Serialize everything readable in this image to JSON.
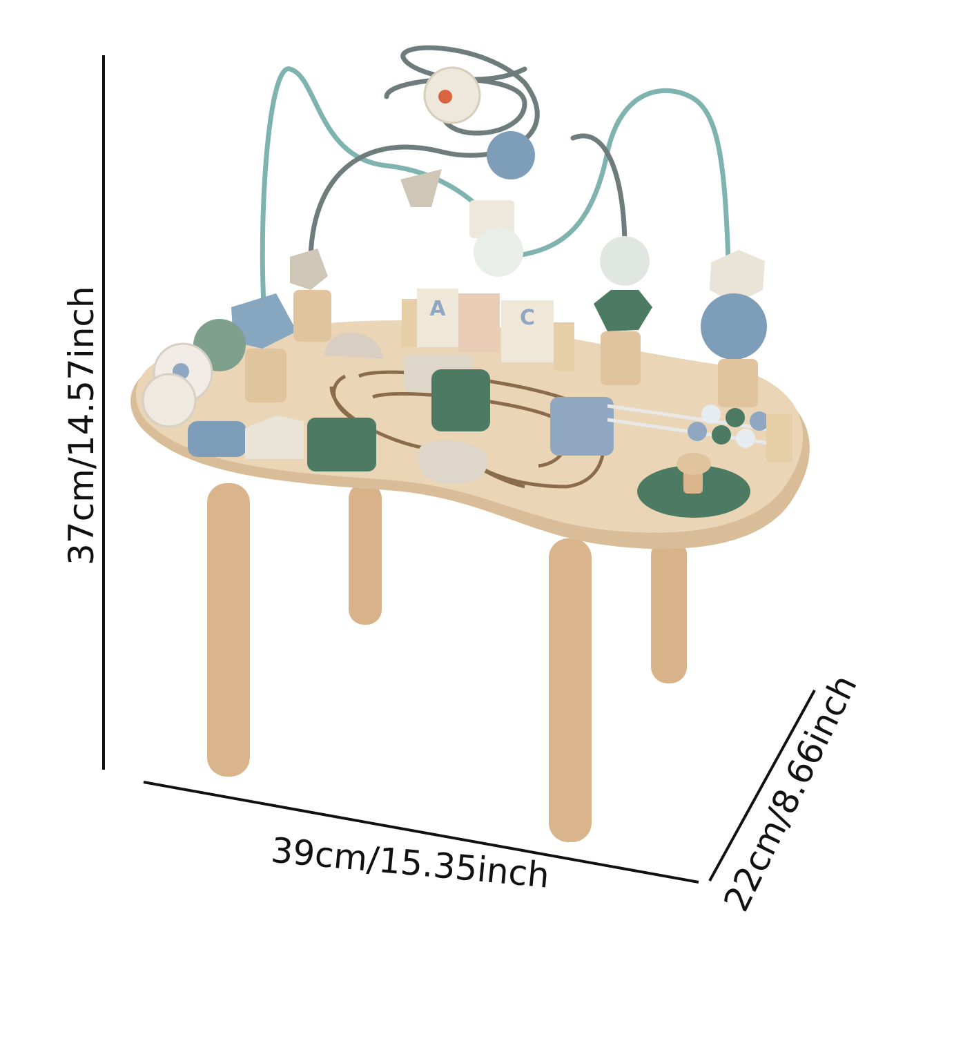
{
  "dimensions": {
    "height_label": "37cm/14.57inch",
    "width_label": "39cm/15.35inch",
    "depth_label": "22cm/8.66inch"
  },
  "block_letters": [
    "A",
    "C"
  ],
  "colors": {
    "background": "#ffffff",
    "wood": "#e6cfae",
    "wood_edge": "#d9bd98",
    "leg": "#d8b288",
    "teal_wire": "#7fb3b0",
    "gray_wire": "#6e7c7c",
    "blue_piece": "#7e9db8",
    "green_piece": "#4d7a62",
    "cream_piece": "#eee8dc"
  }
}
